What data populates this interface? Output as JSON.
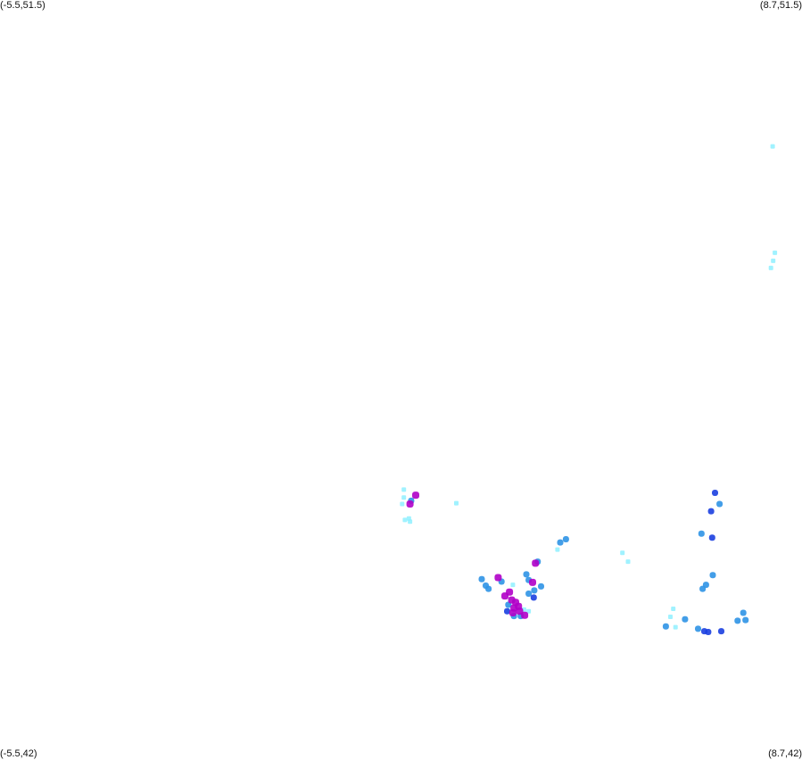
{
  "corners": {
    "top_left": "(-5.5,51.5)",
    "top_right": "(8.7,51.5)",
    "bottom_left": "(-5.5,42)",
    "bottom_right": "(8.7,42)"
  },
  "bounds": {
    "lon_min": -5.5,
    "lon_max": 8.7,
    "lat_min": 42,
    "lat_max": 51.5
  },
  "legend_colors": {
    "light": "#8ff0ff",
    "medium": "#2f93e6",
    "dark": "#1b3fe0",
    "hotspot": "#b000c8"
  },
  "points": [
    {
      "lon": 8.18,
      "lat": 49.67,
      "level": "light"
    },
    {
      "lon": 8.22,
      "lat": 48.34,
      "level": "light"
    },
    {
      "lon": 8.19,
      "lat": 48.24,
      "level": "light"
    },
    {
      "lon": 8.15,
      "lat": 48.15,
      "level": "light"
    },
    {
      "lon": 1.65,
      "lat": 45.38,
      "level": "light"
    },
    {
      "lon": 1.65,
      "lat": 45.28,
      "level": "light"
    },
    {
      "lon": 1.62,
      "lat": 45.2,
      "level": "light"
    },
    {
      "lon": 1.78,
      "lat": 45.24,
      "level": "medium"
    },
    {
      "lon": 1.86,
      "lat": 45.31,
      "level": "hotspot"
    },
    {
      "lon": 1.76,
      "lat": 45.2,
      "level": "hotspot"
    },
    {
      "lon": 1.74,
      "lat": 45.02,
      "level": "light"
    },
    {
      "lon": 1.67,
      "lat": 45.0,
      "level": "light"
    },
    {
      "lon": 1.76,
      "lat": 44.98,
      "level": "light"
    },
    {
      "lon": 2.58,
      "lat": 45.21,
      "level": "light"
    },
    {
      "lon": 4.42,
      "lat": 44.72,
      "level": "medium"
    },
    {
      "lon": 4.52,
      "lat": 44.76,
      "level": "medium"
    },
    {
      "lon": 4.37,
      "lat": 44.63,
      "level": "light"
    },
    {
      "lon": 5.52,
      "lat": 44.59,
      "level": "light"
    },
    {
      "lon": 5.62,
      "lat": 44.48,
      "level": "light"
    },
    {
      "lon": 3.03,
      "lat": 44.26,
      "level": "medium"
    },
    {
      "lon": 3.1,
      "lat": 44.18,
      "level": "medium"
    },
    {
      "lon": 3.32,
      "lat": 44.28,
      "level": "hotspot"
    },
    {
      "lon": 3.38,
      "lat": 44.23,
      "level": "medium"
    },
    {
      "lon": 3.15,
      "lat": 44.14,
      "level": "medium"
    },
    {
      "lon": 3.58,
      "lat": 44.19,
      "level": "light"
    },
    {
      "lon": 3.52,
      "lat": 44.1,
      "level": "hotspot"
    },
    {
      "lon": 3.44,
      "lat": 44.05,
      "level": "hotspot"
    },
    {
      "lon": 3.56,
      "lat": 44.0,
      "level": "hotspot"
    },
    {
      "lon": 3.63,
      "lat": 43.97,
      "level": "hotspot"
    },
    {
      "lon": 3.5,
      "lat": 43.94,
      "level": "medium"
    },
    {
      "lon": 3.6,
      "lat": 43.9,
      "level": "hotspot"
    },
    {
      "lon": 3.68,
      "lat": 43.92,
      "level": "hotspot"
    },
    {
      "lon": 3.48,
      "lat": 43.86,
      "level": "dark"
    },
    {
      "lon": 3.58,
      "lat": 43.84,
      "level": "hotspot"
    },
    {
      "lon": 3.7,
      "lat": 43.86,
      "level": "hotspot"
    },
    {
      "lon": 3.78,
      "lat": 43.88,
      "level": "light"
    },
    {
      "lon": 3.86,
      "lat": 43.86,
      "level": "light"
    },
    {
      "lon": 3.6,
      "lat": 43.8,
      "level": "medium"
    },
    {
      "lon": 3.72,
      "lat": 43.8,
      "level": "medium"
    },
    {
      "lon": 3.79,
      "lat": 43.81,
      "level": "hotspot"
    },
    {
      "lon": 3.82,
      "lat": 44.32,
      "level": "medium"
    },
    {
      "lon": 3.98,
      "lat": 44.46,
      "level": "hotspot"
    },
    {
      "lon": 4.02,
      "lat": 44.48,
      "level": "medium"
    },
    {
      "lon": 3.86,
      "lat": 44.25,
      "level": "medium"
    },
    {
      "lon": 3.93,
      "lat": 44.22,
      "level": "hotspot"
    },
    {
      "lon": 3.96,
      "lat": 44.12,
      "level": "medium"
    },
    {
      "lon": 3.86,
      "lat": 44.08,
      "level": "medium"
    },
    {
      "lon": 3.95,
      "lat": 44.03,
      "level": "dark"
    },
    {
      "lon": 4.08,
      "lat": 44.17,
      "level": "medium"
    },
    {
      "lon": 7.16,
      "lat": 45.34,
      "level": "dark"
    },
    {
      "lon": 7.24,
      "lat": 45.2,
      "level": "medium"
    },
    {
      "lon": 7.09,
      "lat": 45.11,
      "level": "dark"
    },
    {
      "lon": 6.92,
      "lat": 44.83,
      "level": "medium"
    },
    {
      "lon": 7.11,
      "lat": 44.78,
      "level": "dark"
    },
    {
      "lon": 7.12,
      "lat": 44.31,
      "level": "medium"
    },
    {
      "lon": 7.0,
      "lat": 44.19,
      "level": "medium"
    },
    {
      "lon": 6.94,
      "lat": 44.14,
      "level": "medium"
    },
    {
      "lon": 6.42,
      "lat": 43.89,
      "level": "light"
    },
    {
      "lon": 6.37,
      "lat": 43.79,
      "level": "light"
    },
    {
      "lon": 6.29,
      "lat": 43.67,
      "level": "medium"
    },
    {
      "lon": 6.63,
      "lat": 43.76,
      "level": "medium"
    },
    {
      "lon": 6.46,
      "lat": 43.66,
      "level": "light"
    },
    {
      "lon": 6.86,
      "lat": 43.64,
      "level": "medium"
    },
    {
      "lon": 6.97,
      "lat": 43.61,
      "level": "dark"
    },
    {
      "lon": 7.04,
      "lat": 43.6,
      "level": "dark"
    },
    {
      "lon": 7.27,
      "lat": 43.61,
      "level": "dark"
    },
    {
      "lon": 7.56,
      "lat": 43.74,
      "level": "medium"
    },
    {
      "lon": 7.66,
      "lat": 43.84,
      "level": "medium"
    },
    {
      "lon": 7.7,
      "lat": 43.75,
      "level": "medium"
    }
  ]
}
